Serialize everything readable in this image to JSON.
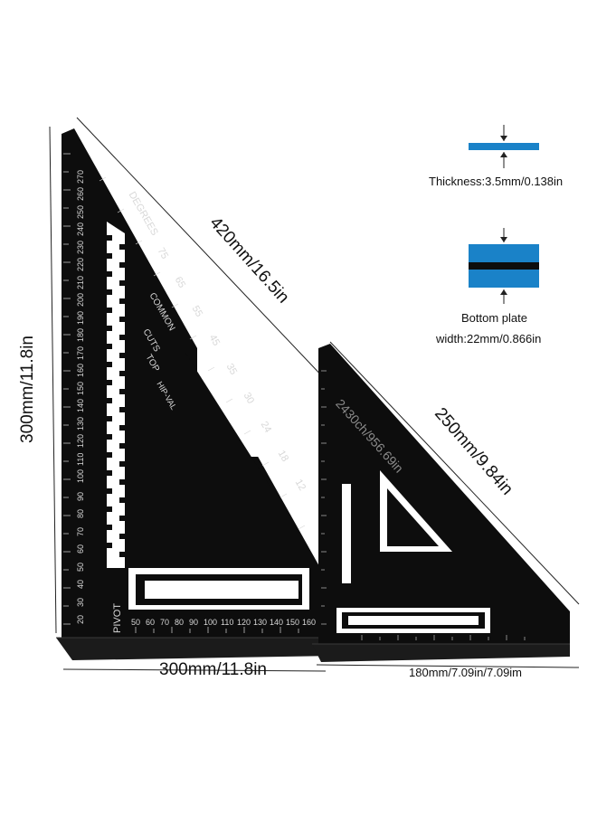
{
  "colors": {
    "ruler": "#0d0d0d",
    "ruler_edge": "#3a3a3a",
    "marking": "#d8d8d8",
    "accent_blue": "#1a82c8",
    "dim_line": "#222222"
  },
  "large_square": {
    "height_label": "300mm/11.8in",
    "hypotenuse_label": "420mm/16.5in",
    "base_label": "300mm/11.8in",
    "engraved": {
      "degrees": "DEGREES",
      "pivot": "PIVOT",
      "common": "COMMON",
      "cuts": "CUTS",
      "top": "TOP",
      "hip_val": "HIP-VAL"
    },
    "scale_vertical": [
      "20",
      "30",
      "40",
      "50",
      "60",
      "70",
      "80",
      "90",
      "100",
      "110",
      "120",
      "130",
      "140",
      "150",
      "160",
      "170",
      "180",
      "190",
      "200",
      "210",
      "220",
      "230",
      "240",
      "250",
      "260",
      "270"
    ],
    "scale_base": [
      "50",
      "60",
      "70",
      "80",
      "90",
      "100",
      "110",
      "120",
      "130",
      "140",
      "150",
      "160"
    ],
    "angle_marks": [
      "75",
      "65",
      "55",
      "45",
      "35",
      "30",
      "24",
      "18",
      "12"
    ]
  },
  "small_square": {
    "hypotenuse_label": "250mm/9.84in",
    "base_label": "180mm/7.09in/7.09im",
    "watermark": "2430ch/956.69in"
  },
  "specs": {
    "thickness_label": "Thickness:3.5mm/0.138in",
    "bottom_plate_line1": "Bottom plate",
    "bottom_plate_line2": "width:22mm/0.866in"
  }
}
